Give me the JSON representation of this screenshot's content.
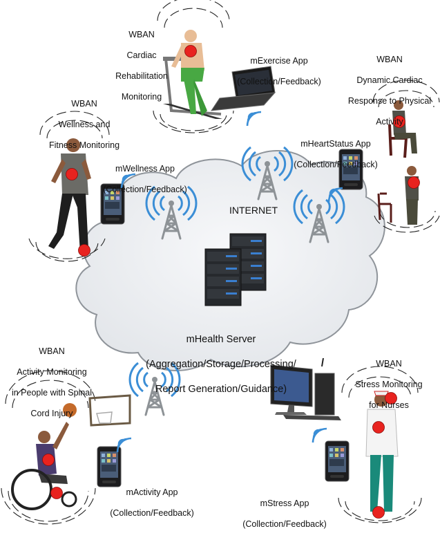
{
  "center": {
    "internet_label": "INTERNET",
    "server_title": "mHealth Server",
    "server_subtitle_lines": [
      "(Aggregation/Storage/Processing/",
      "Report Generation/Guidance)"
    ]
  },
  "scenarios": {
    "cardiac_rehab": {
      "title_lines": [
        "WBAN",
        "Cardiac",
        "Rehabilitation",
        "Monitoring"
      ],
      "app_lines": [
        "mExercise App",
        "(Collection/Feedback)"
      ]
    },
    "wellness": {
      "title_lines": [
        "WBAN",
        "Wellness and",
        "Fitness Monitoring"
      ],
      "app_lines": [
        "mWellness App",
        "(Collection/Feedback)"
      ]
    },
    "dynamic_cardiac": {
      "title_lines": [
        "WBAN",
        "Dynamic Cardiac",
        "Response to Physical",
        "Activity"
      ],
      "app_lines": [
        "mHeartStatus App",
        "(Collection/Feedback)"
      ]
    },
    "spinal_cord": {
      "title_lines": [
        "WBAN",
        "Activity Monitoring",
        "in People with Spinal",
        "Cord Injury"
      ],
      "app_lines": [
        "mActivity App",
        "(Collection/Feedback)"
      ]
    },
    "nurses": {
      "title_lines": [
        "WBAN",
        "Stress Monitoring",
        "for Nurses"
      ],
      "app_lines": [
        "mStress App",
        "(Collection/Feedback)"
      ]
    }
  },
  "colors": {
    "sensor": "#e8231f",
    "wave": "#3b8ed6",
    "cloud": "#eceef1",
    "cloud_stroke": "#8f949a",
    "tower": "#8d9296",
    "server_blue": "#3a7fd0"
  }
}
